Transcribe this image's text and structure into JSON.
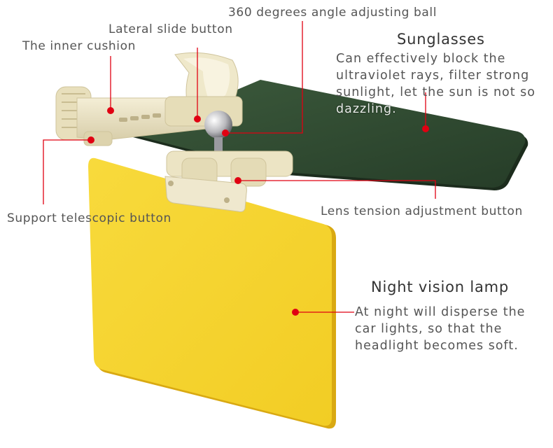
{
  "labels": {
    "ball": "360 degrees angle adjusting ball",
    "lateral": "Lateral slide button",
    "cushion": "The inner cushion",
    "support": "Support telescopic button",
    "lens": "Lens tension adjustment button"
  },
  "sunglasses": {
    "title": "Sunglasses",
    "lines": [
      "Can effectively block the",
      "ultraviolet rays, filter strong",
      "sunlight, let the sun is not so",
      "dazzling."
    ]
  },
  "night": {
    "title": "Night vision lamp",
    "lines": [
      "At night will disperse the",
      "car lights, so that the",
      "headlight becomes soft."
    ]
  },
  "colors": {
    "marker": "#e00012",
    "dark_lens": "#2f4a30",
    "yellow_lens": "#f6d531",
    "clip": "#ece4c4"
  }
}
